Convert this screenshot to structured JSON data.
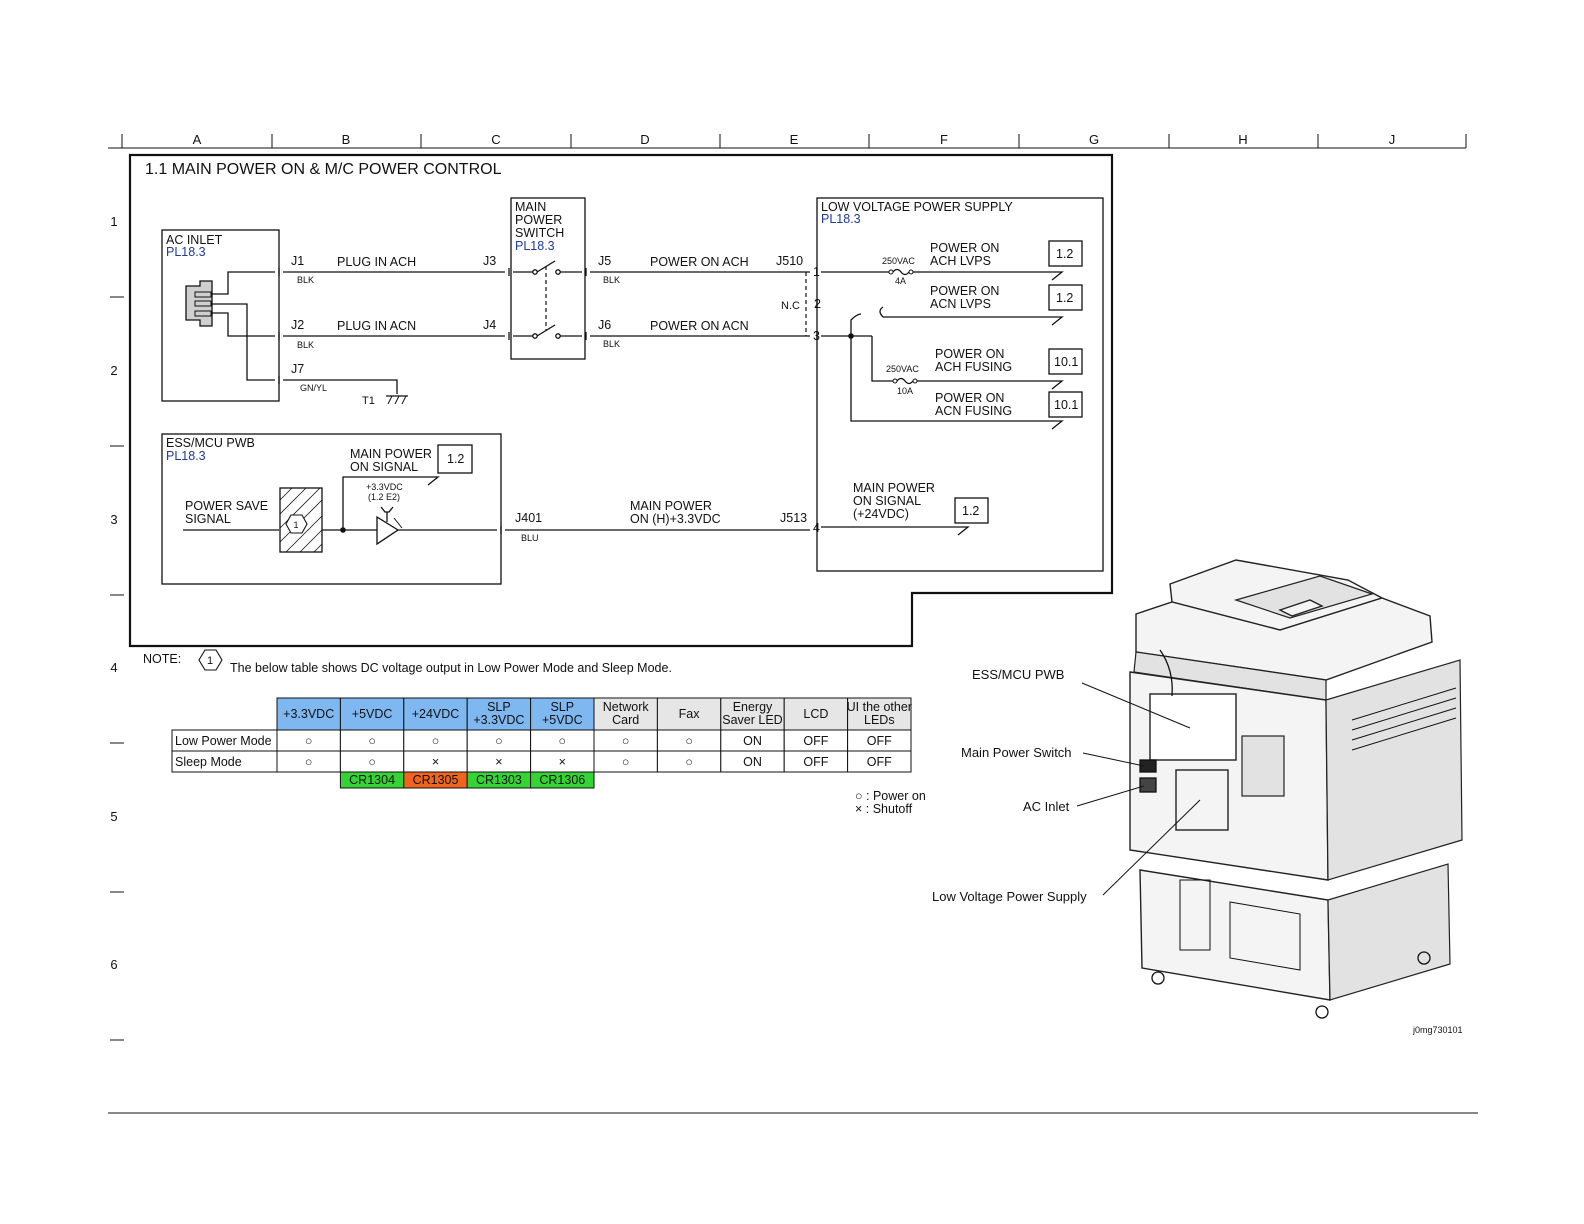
{
  "grid": {
    "columns": [
      "A",
      "B",
      "C",
      "D",
      "E",
      "F",
      "G",
      "H",
      "J"
    ],
    "rows": [
      "1",
      "2",
      "3",
      "4",
      "5",
      "6"
    ]
  },
  "title": "1.1 MAIN POWER ON & M/C POWER CONTROL",
  "ac_inlet": {
    "name": "AC INLET",
    "pl": "PL18.3",
    "j1": "J1",
    "j1_wire": "BLK",
    "plug_ach": "PLUG IN ACH",
    "j3": "J3",
    "j2": "J2",
    "j2_wire": "BLK",
    "plug_acn": "PLUG IN ACN",
    "j4": "J4",
    "j7": "J7",
    "j7_wire": "GN/YL",
    "t1": "T1"
  },
  "main_switch": {
    "line1": "MAIN",
    "line2": "POWER",
    "line3": "SWITCH",
    "pl": "PL18.3",
    "j5": "J5",
    "j5_wire": "BLK",
    "power_on_ach": "POWER ON ACH",
    "j6": "J6",
    "j6_wire": "BLK",
    "power_on_acn": "POWER ON ACN"
  },
  "lvps": {
    "name": "LOW VOLTAGE POWER SUPPLY",
    "pl": "PL18.3",
    "j510": "J510",
    "nc": "N.C",
    "pin1": "1",
    "pin2": "2",
    "pin3": "3",
    "pin4": "4",
    "fuse1_v": "250VAC",
    "fuse1_a": "4A",
    "fuse2_v": "250VAC",
    "fuse2_a": "10A",
    "out1_l1": "POWER ON",
    "out1_l2": "ACH LVPS",
    "out1_ref": "1.2",
    "out2_l1": "POWER ON",
    "out2_l2": "ACN LVPS",
    "out2_ref": "1.2",
    "out3_l1": "POWER ON",
    "out3_l2": "ACH FUSING",
    "out3_ref": "10.1",
    "out4_l1": "POWER ON",
    "out4_l2": "ACN FUSING",
    "out4_ref": "10.1",
    "j513": "J513",
    "sig_l1": "MAIN POWER",
    "sig_l2": "ON SIGNAL",
    "sig_l3": "(+24VDC)",
    "sig_ref": "1.2"
  },
  "ess": {
    "name": "ESS/MCU PWB",
    "pl": "PL18.3",
    "ps_l1": "POWER SAVE",
    "ps_l2": "SIGNAL",
    "note_mark": "1",
    "mp_l1": "MAIN POWER",
    "mp_l2": "ON SIGNAL",
    "mp_ref": "1.2",
    "v33": "+3.3VDC",
    "v33_ref": "(1.2 E2)",
    "j401": "J401",
    "j401_wire": "BLU",
    "wire_l1": "MAIN POWER",
    "wire_l2": "ON (H)+3.3VDC"
  },
  "note": {
    "label": "NOTE:",
    "mark": "1",
    "text": "The below table shows DC voltage output in Low Power Mode and Sleep Mode."
  },
  "table": {
    "headers": [
      {
        "l1": "+3.3VDC",
        "l2": ""
      },
      {
        "l1": "+5VDC",
        "l2": ""
      },
      {
        "l1": "+24VDC",
        "l2": ""
      },
      {
        "l1": "SLP",
        "l2": "+3.3VDC"
      },
      {
        "l1": "SLP",
        "l2": "+5VDC"
      },
      {
        "l1": "Network",
        "l2": "Card"
      },
      {
        "l1": "Fax",
        "l2": ""
      },
      {
        "l1": "Energy",
        "l2": "Saver LED"
      },
      {
        "l1": "LCD",
        "l2": ""
      },
      {
        "l1": "UI the other",
        "l2": "LEDs"
      }
    ],
    "header_colors": [
      "#7fb8f0",
      "#7fb8f0",
      "#7fb8f0",
      "#7fb8f0",
      "#7fb8f0",
      "#e6e6e6",
      "#e6e6e6",
      "#e6e6e6",
      "#e6e6e6",
      "#e6e6e6"
    ],
    "rows": [
      {
        "label": "Low Power Mode",
        "cells": [
          "○",
          "○",
          "○",
          "○",
          "○",
          "○",
          "○",
          "ON",
          "OFF",
          "OFF"
        ]
      },
      {
        "label": "Sleep Mode",
        "cells": [
          "○",
          "○",
          "×",
          "×",
          "×",
          "○",
          "○",
          "ON",
          "OFF",
          "OFF"
        ]
      }
    ],
    "footer": [
      {
        "text": "CR1304",
        "color": "#35d435"
      },
      {
        "text": "CR1305",
        "color": "#f0641e"
      },
      {
        "text": "CR1303",
        "color": "#35d435"
      },
      {
        "text": "CR1306",
        "color": "#35d435"
      }
    ],
    "legend_on": "○ : Power on",
    "legend_off": "× : Shutoff"
  },
  "callouts": {
    "ess": "ESS/MCU PWB",
    "switch": "Main Power Switch",
    "inlet": "AC Inlet",
    "lvps": "Low Voltage Power Supply"
  },
  "figure_id": "j0mg730101"
}
